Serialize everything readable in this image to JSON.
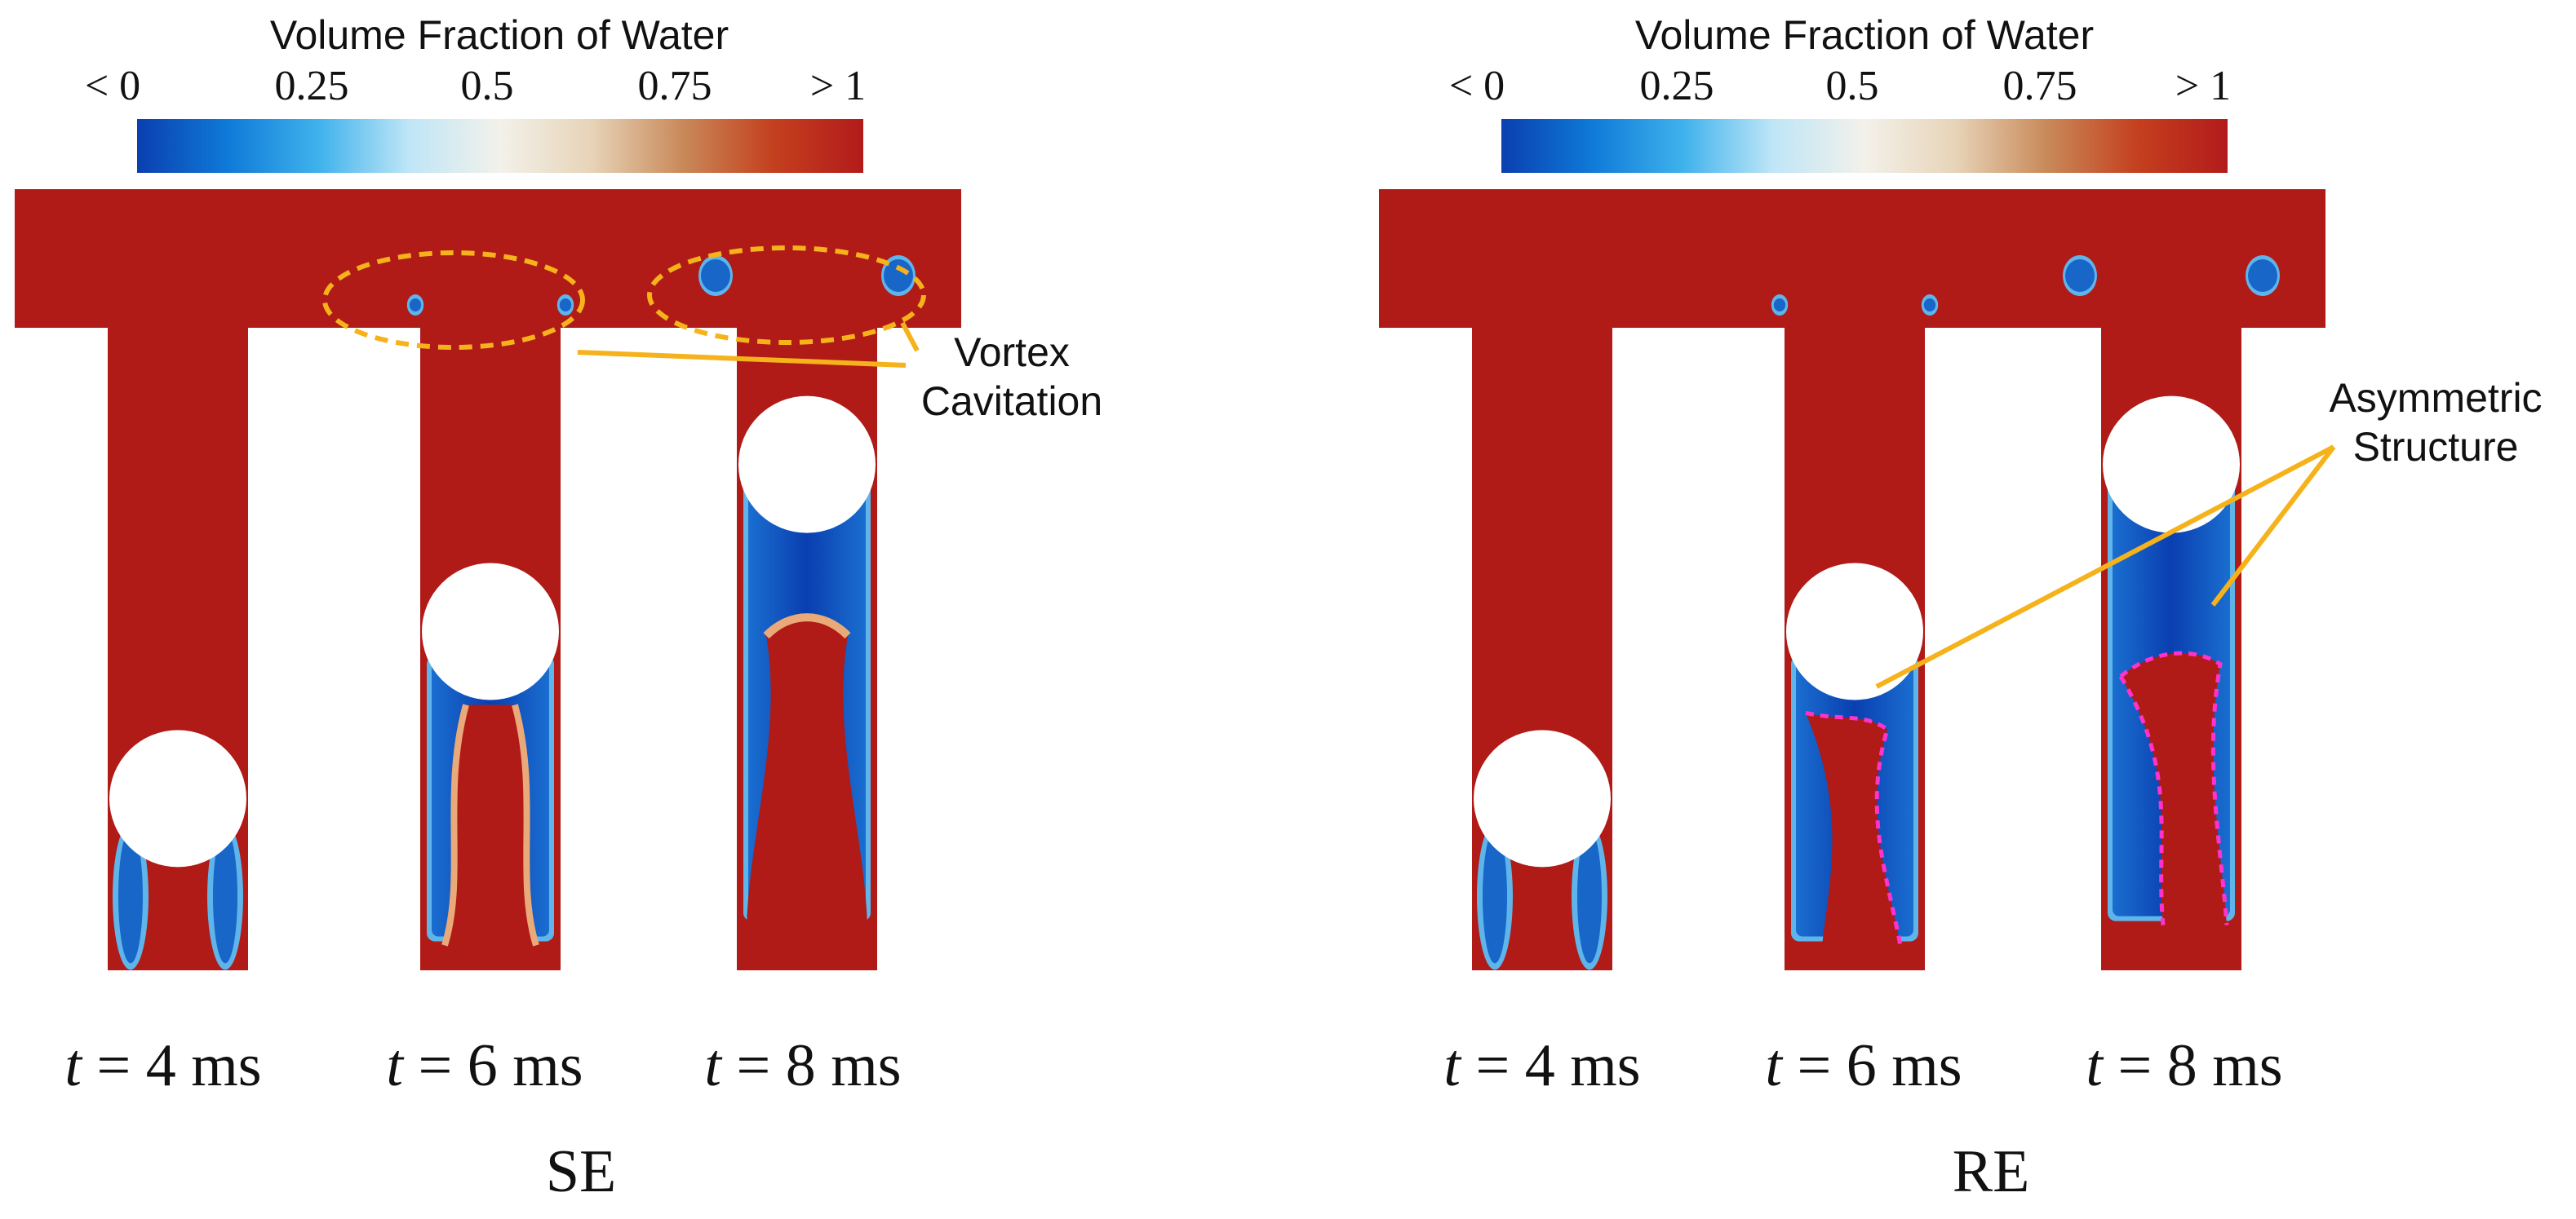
{
  "colorbar": {
    "title": "Volume Fraction of Water",
    "ticks": [
      "< 0",
      "0.25",
      "0.5",
      "0.75",
      "> 1"
    ],
    "gradient": [
      "#0a3fb0",
      "#0f7ad8",
      "#3fb2ec",
      "#bfe6f7",
      "#f3f1ea",
      "#e7d4b8",
      "#c98a5a",
      "#c4401e",
      "#b31b1b"
    ]
  },
  "colors": {
    "water": "#b01a17",
    "vapor_deep": "#0a3fb0",
    "vapor": "#1766c8",
    "vapor_light": "#5fb5ea",
    "interface": "#e9a979",
    "annotation": "#f5b21a",
    "asymmetric_outline": "#ff33cc"
  },
  "panels": [
    {
      "label": "SE",
      "times": [
        {
          "prefix": "t",
          "rest": " = 4 ms",
          "piston_fraction": 0.72
        },
        {
          "prefix": "t",
          "rest": " = 6 ms",
          "piston_fraction": 0.46
        },
        {
          "prefix": "t",
          "rest": " = 8 ms",
          "piston_fraction": 0.2
        }
      ],
      "annotation": {
        "line1": "Vortex",
        "line2": "Cavitation"
      }
    },
    {
      "label": "RE",
      "times": [
        {
          "prefix": "t",
          "rest": " = 4 ms",
          "piston_fraction": 0.72
        },
        {
          "prefix": "t",
          "rest": " = 6 ms",
          "piston_fraction": 0.46
        },
        {
          "prefix": "t",
          "rest": " = 8 ms",
          "piston_fraction": 0.2
        }
      ],
      "annotation": {
        "line1": "Asymmetric",
        "line2": "Structure"
      }
    }
  ]
}
